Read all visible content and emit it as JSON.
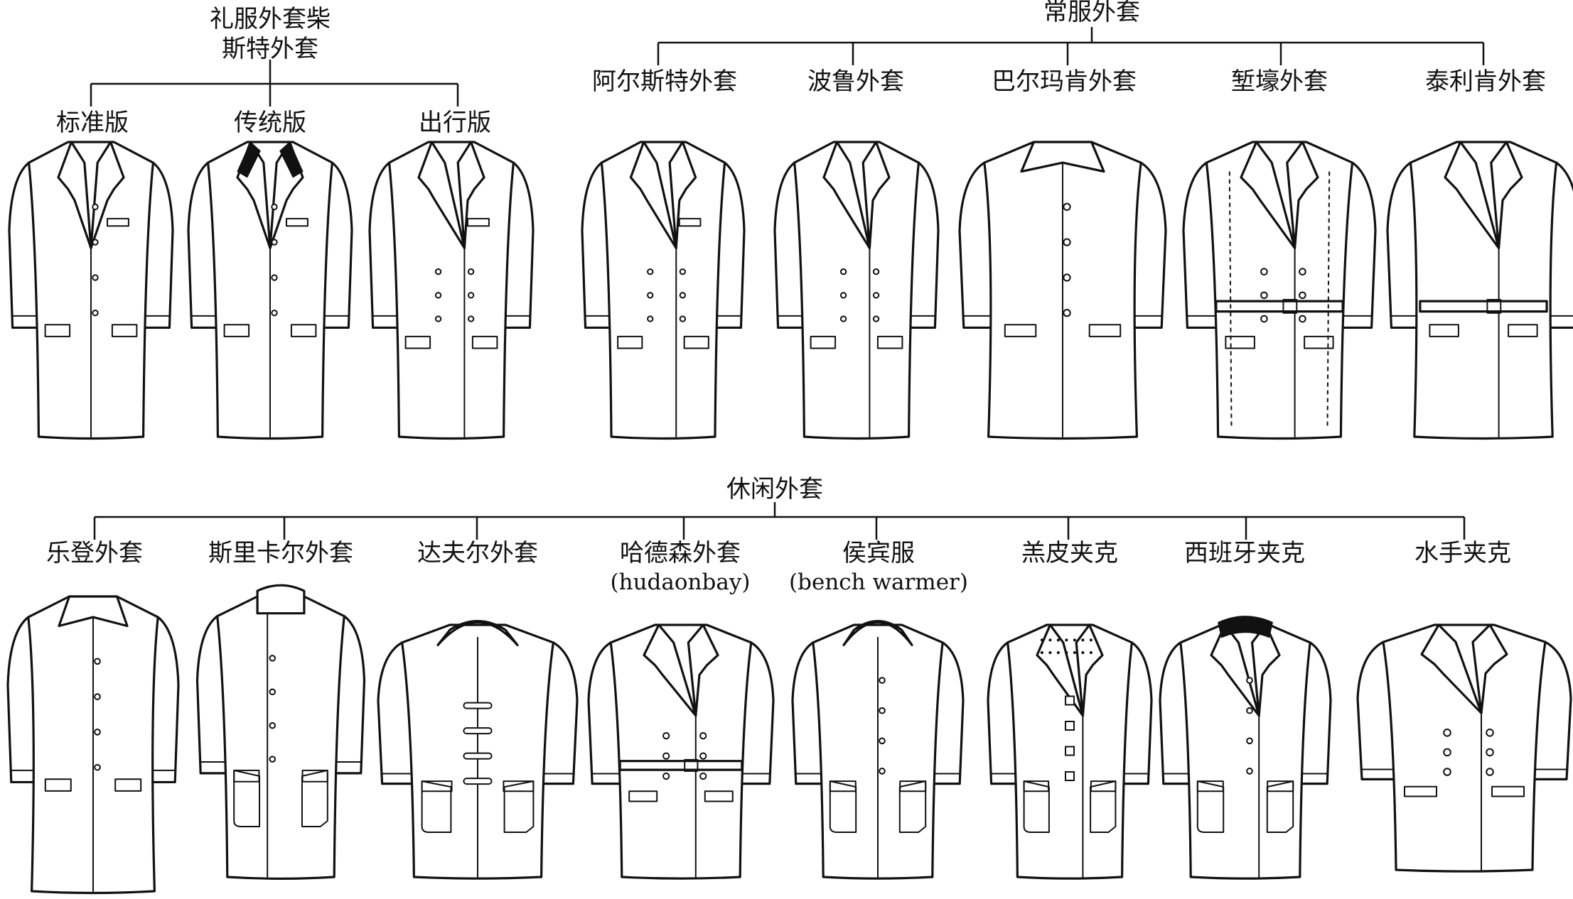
{
  "groups": [
    {
      "id": "formal",
      "title_lines": [
        "礼服外套柴",
        "斯特外套"
      ],
      "items": [
        {
          "label": "标准版",
          "variant": "single"
        },
        {
          "label": "传统版",
          "variant": "velvet"
        },
        {
          "label": "出行版",
          "variant": "double"
        }
      ]
    },
    {
      "id": "regular",
      "title_lines": [
        "常服外套"
      ],
      "items": [
        {
          "label": "阿尔斯特外套",
          "variant": "ulster"
        },
        {
          "label": "波鲁外套",
          "variant": "polo"
        },
        {
          "label": "巴尔玛肯外套",
          "variant": "balmacaan"
        },
        {
          "label": "堑壕外套",
          "variant": "trench"
        },
        {
          "label": "泰利肯外套",
          "variant": "tielocken"
        }
      ]
    },
    {
      "id": "casual",
      "title_lines": [
        "休闲外套"
      ],
      "items": [
        {
          "label": "乐登外套",
          "variant": "loden"
        },
        {
          "label": "斯里卡尔外套",
          "variant": "stand"
        },
        {
          "label": "达夫尔外套",
          "variant": "duffle"
        },
        {
          "label": "哈德森外套",
          "sub": "(hudaonbay)",
          "variant": "hudson"
        },
        {
          "label": "侯宾服",
          "sub": "(bench warmer)",
          "variant": "bench"
        },
        {
          "label": "羔皮夹克",
          "variant": "lambskin"
        },
        {
          "label": "西班牙夹克",
          "variant": "spanish"
        },
        {
          "label": "水手夹克",
          "variant": "peacoat"
        }
      ]
    }
  ]
}
